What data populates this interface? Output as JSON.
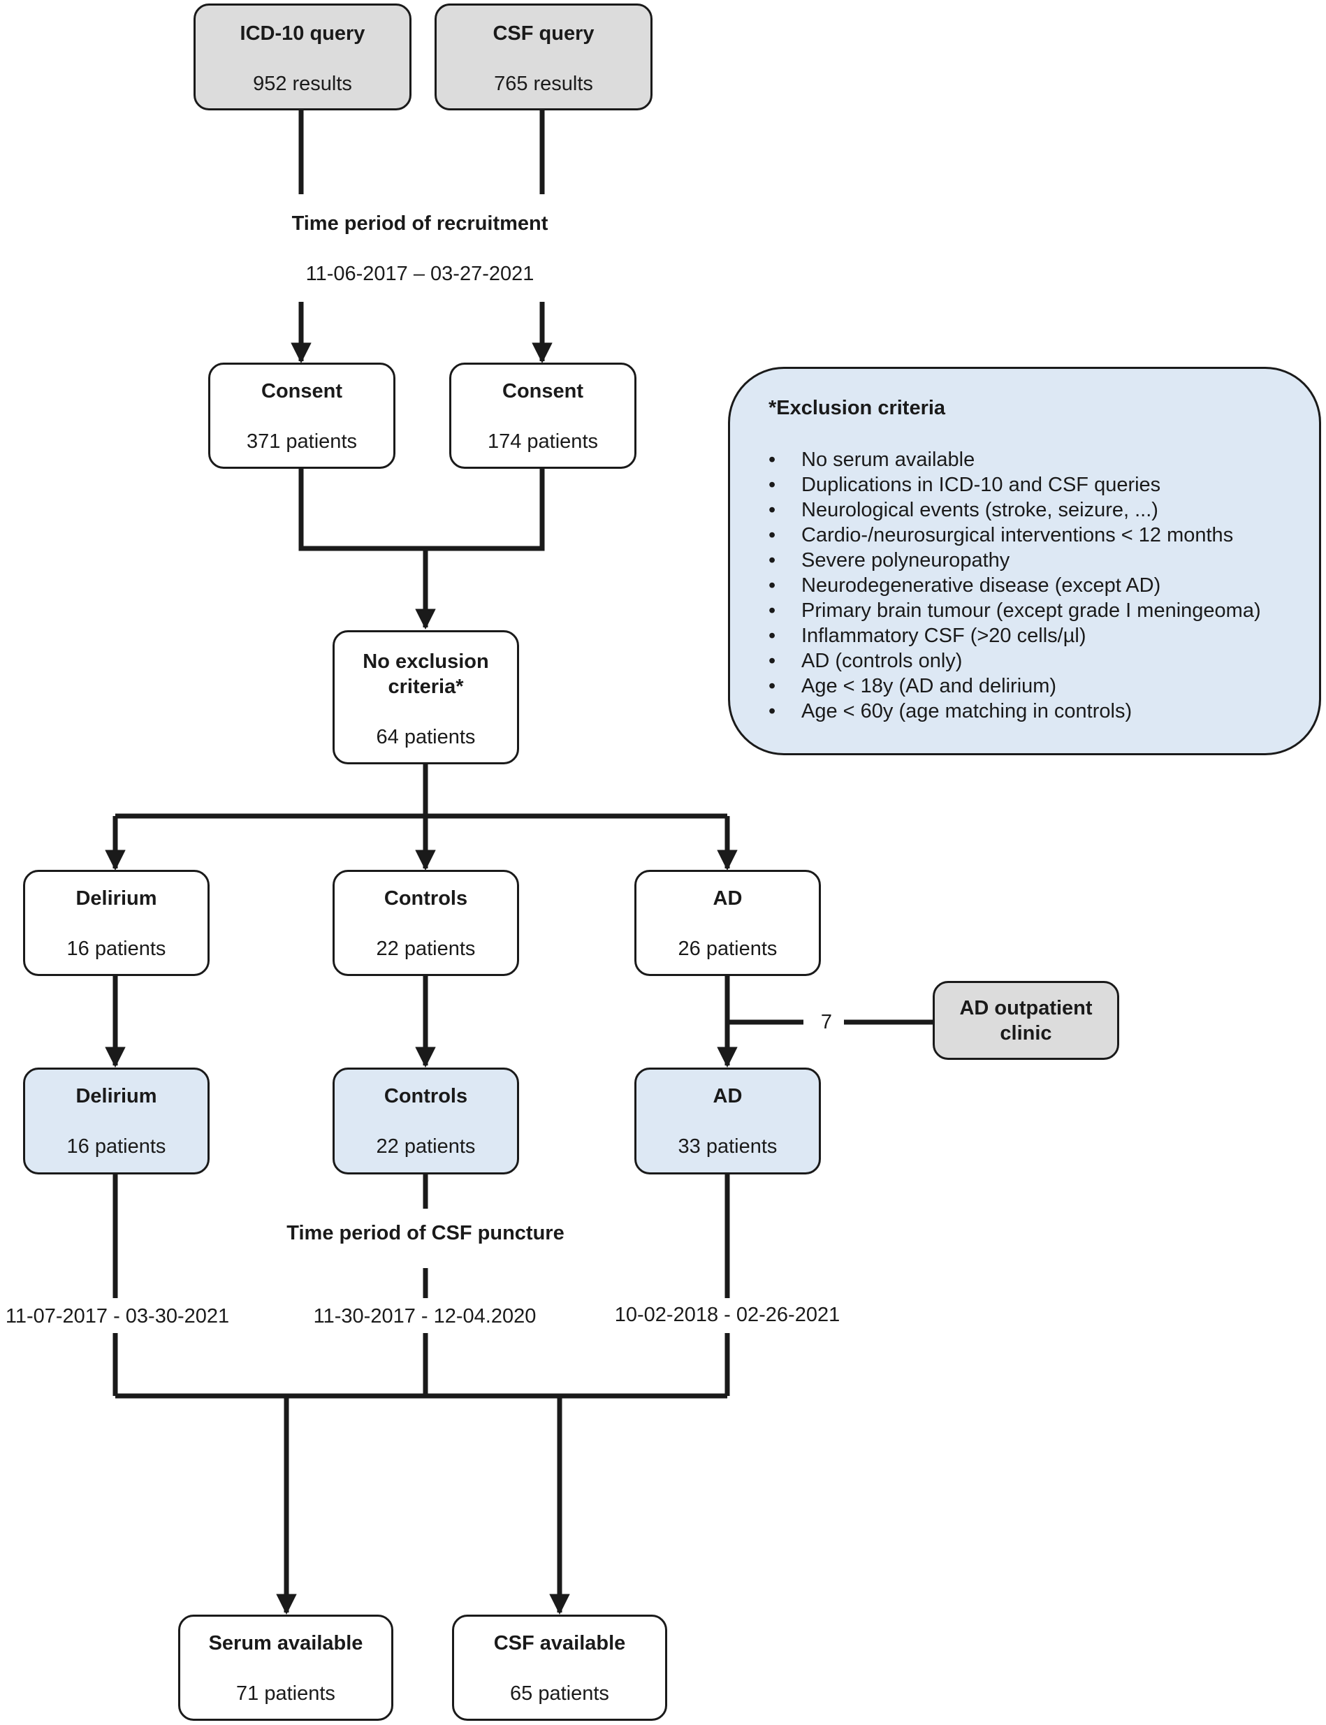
{
  "query_icd": {
    "title": "ICD-10 query",
    "count": "952 results"
  },
  "query_csf": {
    "title": "CSF query",
    "count": "765 results"
  },
  "recruitment": {
    "title": "Time period of recruitment",
    "dates": "11-06-2017 – 03-27-2021"
  },
  "consent_left": {
    "title": "Consent",
    "count": "371 patients"
  },
  "consent_right": {
    "title": "Consent",
    "count": "174 patients"
  },
  "no_exclusion": {
    "title_line1": "No exclusion",
    "title_line2": "criteria*",
    "count": "64 patients"
  },
  "exclusion_criteria": {
    "title": "*Exclusion criteria",
    "items": [
      "No serum available",
      "Duplications in ICD-10 and CSF queries",
      "Neurological events (stroke, seizure, ...)",
      "Cardio-/neurosurgical interventions < 12 months",
      "Severe polyneuropathy",
      "Neurodegenerative disease (except AD)",
      "Primary brain tumour (except grade I meningeoma)",
      "Inflammatory CSF (>20 cells/µl)",
      "AD (controls only)",
      "Age < 18y (AD and delirium)",
      "Age < 60y (age matching in controls)"
    ]
  },
  "groups_initial": {
    "delirium": {
      "title": "Delirium",
      "count": "16 patients"
    },
    "controls": {
      "title": "Controls",
      "count": "22 patients"
    },
    "ad": {
      "title": "AD",
      "count": "26 patients"
    }
  },
  "ad_outpatient": {
    "title_line1": "AD outpatient",
    "title_line2": "clinic",
    "added": "7"
  },
  "groups_final": {
    "delirium": {
      "title": "Delirium",
      "count": "16 patients"
    },
    "controls": {
      "title": "Controls",
      "count": "22 patients"
    },
    "ad": {
      "title": "AD",
      "count": "33 patients"
    }
  },
  "csf_puncture": {
    "title": "Time period of CSF puncture",
    "delirium_dates": "11-07-2017 - 03-30-2021",
    "controls_dates": "11-30-2017 - 12-04.2020",
    "ad_dates": "10-02-2018 - 02-26-2021"
  },
  "serum_available": {
    "title": "Serum available",
    "count": "71 patients"
  },
  "csf_available": {
    "title": "CSF available",
    "count": "65 patients"
  }
}
